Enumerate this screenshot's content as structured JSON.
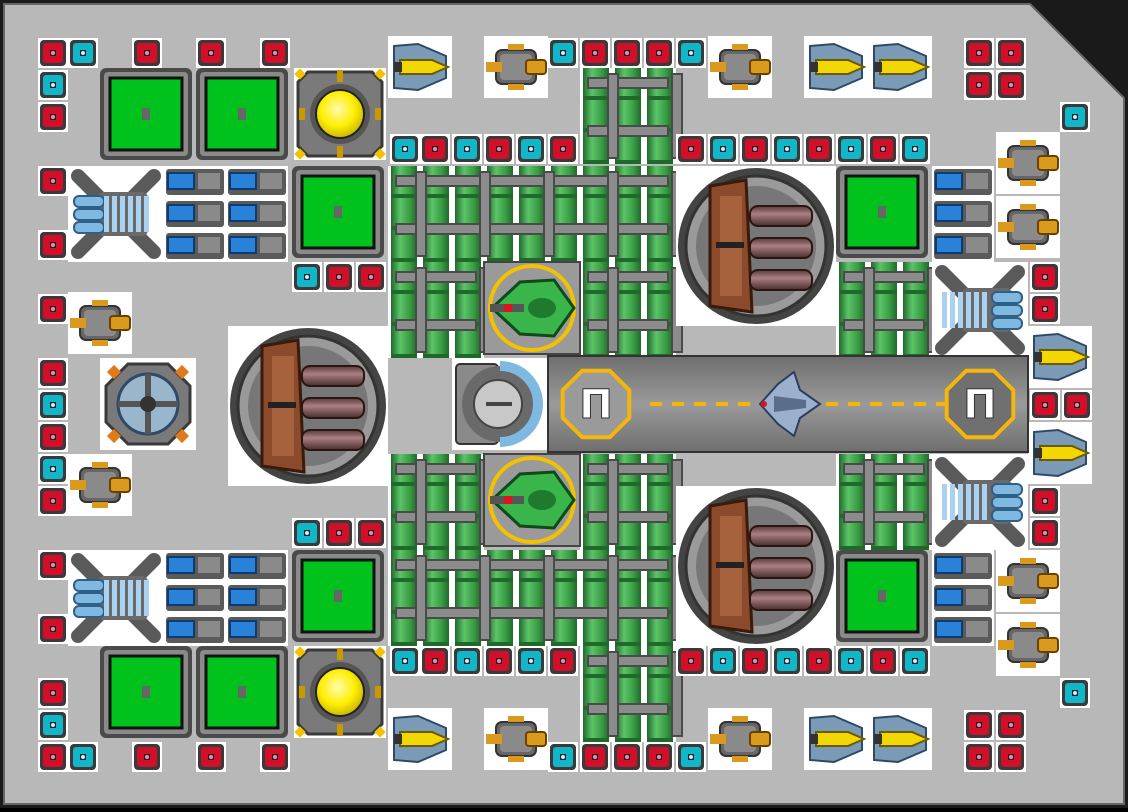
{
  "scene": "ship-builder-grid",
  "colors": {
    "outer_frame": "#1a1a1a",
    "hull": "#b8b8b8",
    "hull_shade": "#9a9a9a",
    "tile_bg": "#ffffff",
    "red_block": "#d0102a",
    "cyan_block": "#12b6c8",
    "green_pipe": "#3aa046",
    "green_pipe_dark": "#1f6a2a",
    "pipe_metal": "#8c8c8c",
    "container_green": "#00c21c",
    "reactor_yellow": "#ffee00",
    "turret_brown": "#8b4a2b",
    "turret_ring": "#555555",
    "runway_gray": "#8a8a8a",
    "runway_line": "#f5b50a",
    "pad_yellow": "#f5b50a",
    "engine_blue": "#7fb8e0",
    "thruster_gold": "#d99a1e",
    "missile_yellow": "#f2d800",
    "fighter_green": "#39b54a",
    "fighter_ring": "#f2c200"
  },
  "runway": {
    "start_pad_label": "Π",
    "end_pad_label": "Π"
  },
  "icons": {
    "armor_red": "armor-block-red-icon",
    "armor_cyan": "armor-block-cyan-icon",
    "storage": "cargo-container-icon",
    "reactor": "reactor-core-icon",
    "turret": "heavy-cannon-turret-icon",
    "engine": "ion-engine-icon",
    "thruster": "thruster-icon",
    "missile": "missile-launcher-icon",
    "fighter": "fighter-bay-icon",
    "shield": "shield-generator-icon",
    "radar": "radar-dish-icon",
    "battery": "battery-bank-icon",
    "pipe": "coolant-pipe-icon",
    "landing_pad": "landing-pad-icon",
    "docked_ship": "docked-ship-icon"
  }
}
